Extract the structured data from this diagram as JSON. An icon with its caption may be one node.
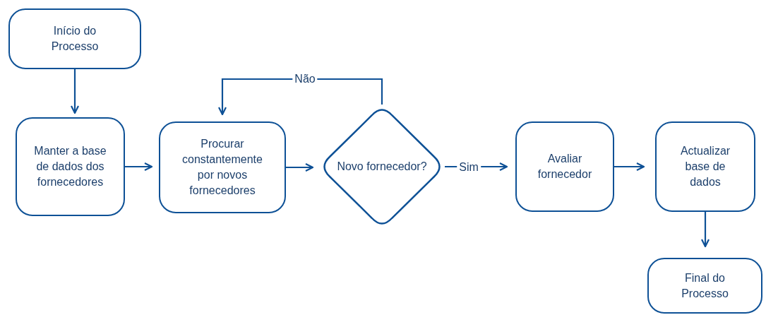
{
  "diagram": {
    "nodes": [
      {
        "text": [
          "Início do Processo"
        ]
      },
      {
        "text": [
          "Manter a base de dados dos fornecedores"
        ]
      },
      {
        "text": [
          "Procurar constantemente por novos fornecedores"
        ]
      },
      {
        "text": [
          "Novo fornecedor?"
        ]
      },
      {
        "text": [
          "Avaliar fornecedor"
        ]
      },
      {
        "text": [
          "Actualizar base de dados"
        ]
      },
      {
        "text": [
          "Final do Processo"
        ]
      }
    ],
    "edges": [
      {
        "from": 0,
        "to": 1,
        "arrow": "to"
      },
      {
        "from": 1,
        "to": 2,
        "arrow": "to"
      },
      {
        "from": 2,
        "to": 3,
        "arrow": "to"
      },
      {
        "from": 3,
        "to": 4,
        "arrow": "to",
        "label": "Sim"
      },
      {
        "from": 3,
        "to": 2,
        "arrow": "to",
        "label": "Não"
      },
      {
        "from": 4,
        "to": 5,
        "arrow": "to"
      },
      {
        "from": 5,
        "to": 6,
        "arrow": "to"
      }
    ]
  }
}
